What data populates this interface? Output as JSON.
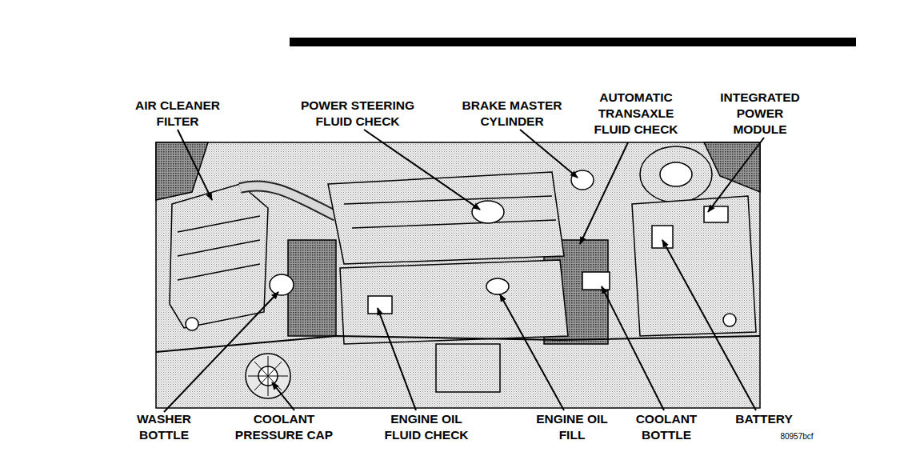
{
  "diagram": {
    "labels": [
      "AIR CLEANER FILTER",
      "POWER STEERING FLUID CHECK",
      "BRAKE MASTER CYLINDER",
      "AUTOMATIC TRANSAXLE FLUID CHECK",
      "INTEGRATED POWER MODULE",
      "WASHER BOTTLE",
      "COOLANT PRESSURE CAP",
      "ENGINE OIL FLUID CHECK",
      "ENGINE OIL FILL",
      "COOLANT BOTTLE",
      "BATTERY",
      "80957bcf"
    ]
  }
}
